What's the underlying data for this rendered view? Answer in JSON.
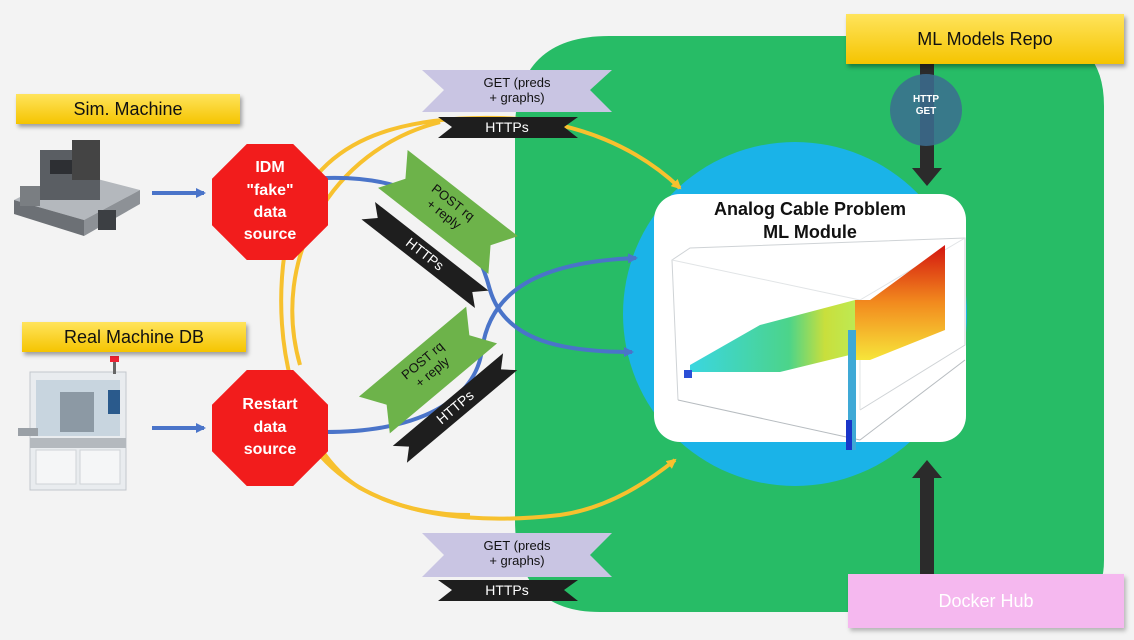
{
  "labels": {
    "sim_machine": "Sim. Machine",
    "real_machine_db": "Real Machine DB",
    "ml_models_repo": "ML Models Repo",
    "docker_hub": "Docker Hub",
    "http_get": "HTTP\nGET"
  },
  "sources": {
    "idm": "IDM\n\"fake\"\ndata\nsource",
    "restart": "Restart\ndata\nsource"
  },
  "connectors": {
    "get_top": "GET (preds\n+ graphs)",
    "get_bottom": "GET (preds\n+ graphs)",
    "post_top": "POST rq\n+ reply",
    "post_bottom": "POST rq\n+ reply",
    "https": "HTTPs"
  },
  "module": {
    "title": "Analog Cable Problem\nML Module"
  },
  "colors": {
    "green_zone": "#27bc66",
    "blue_circle": "#1ab3e8",
    "yellow_curve": "#f7c12e",
    "blue_curve": "#4a74c9",
    "red_source": "#f21c1c",
    "docker_pink": "#f5b8ef"
  }
}
